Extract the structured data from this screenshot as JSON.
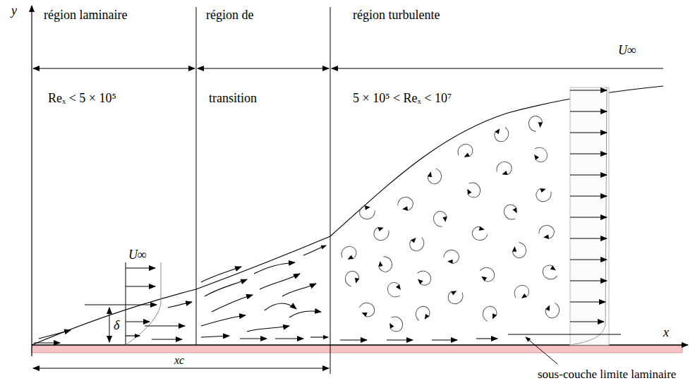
{
  "diagram": {
    "labels": [
      "y",
      "région laminaire",
      "région de",
      "région turbulente",
      "U∞",
      "Reₓ < 5 × 10⁵",
      "transition",
      "5 × 10⁵ < Reₓ < 10⁷",
      "U∞",
      "δ",
      "x",
      "xc",
      "sous-couche limite laminaire"
    ]
  }
}
